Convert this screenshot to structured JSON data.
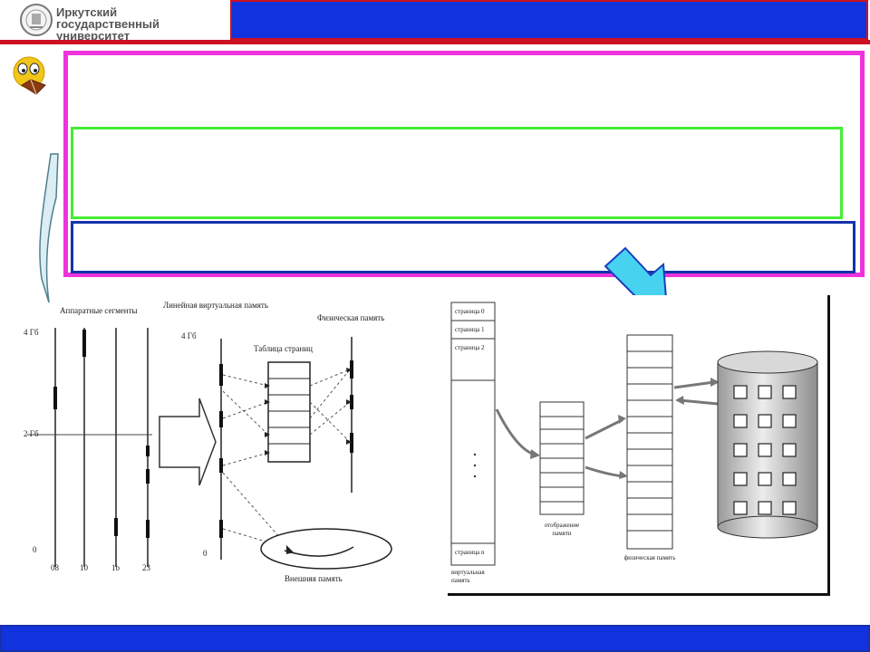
{
  "header": {
    "university_line1": "Иркутский",
    "university_line2": "государственный университет"
  },
  "left_diagram": {
    "label_hw_segments": "Аппаратные сегменты",
    "label_linear_memory": "Линейная виртуальная память",
    "label_physical_memory": "Физическая память",
    "label_page_table": "Таблица страниц",
    "label_external_memory": "Внешняя память",
    "label_4gb_left": "4 Гб",
    "label_2gb_left": "2 Гб",
    "label_0_left": "0",
    "label_4gb_mid": "4 Гб",
    "label_0_mid": "0",
    "axis_labels": [
      "08",
      "10",
      "1b",
      "23"
    ]
  },
  "right_diagram": {
    "pages": [
      "страница 0",
      "страница 1",
      "страница 2",
      "страница n"
    ],
    "label_virtual_memory": "виртуальная память",
    "label_mapping": "отображение памяти",
    "label_physical_memory": "физическая память"
  }
}
